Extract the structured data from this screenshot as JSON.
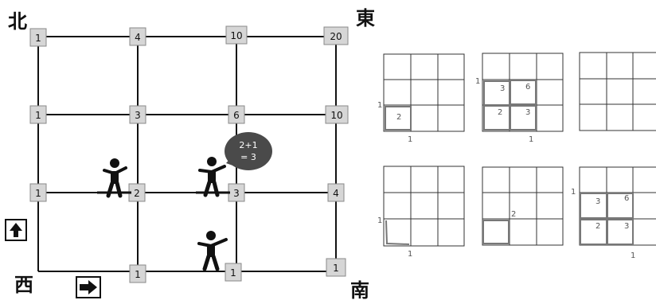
{
  "directions": {
    "north": "北",
    "east": "東",
    "west": "西",
    "south": "南"
  },
  "grid": {
    "rows": [
      [
        "1",
        "4",
        "10",
        "20"
      ],
      [
        "1",
        "3",
        "6",
        "10"
      ],
      [
        "1",
        "2",
        "3",
        "4"
      ],
      [
        "",
        "1",
        "1",
        "1"
      ]
    ]
  },
  "bubble": {
    "line1": "2+1",
    "line2": "= 3"
  },
  "arrows": {
    "up": "up-arrow",
    "right": "right-arrow"
  },
  "sketches": {
    "top_middle": {
      "n1": "3",
      "n2": "6",
      "n3": "2",
      "n4": "3",
      "side": "1",
      "bottom": "1"
    },
    "top_left": {
      "n1": "2",
      "side": "1",
      "bottom": "1"
    },
    "bottom_left": {
      "side": "1",
      "bottom": "1"
    },
    "bottom_middle": {
      "n1": "2"
    },
    "bottom_right": {
      "n1": "3",
      "n2": "6",
      "n3": "2",
      "n4": "3",
      "side": "1",
      "bottom": "1"
    }
  },
  "colors": {
    "node_fill": "#d6d6d6",
    "line": "#111111",
    "bubble": "#4a4a4a",
    "sketch": "#333333",
    "pencil": "#777777"
  }
}
